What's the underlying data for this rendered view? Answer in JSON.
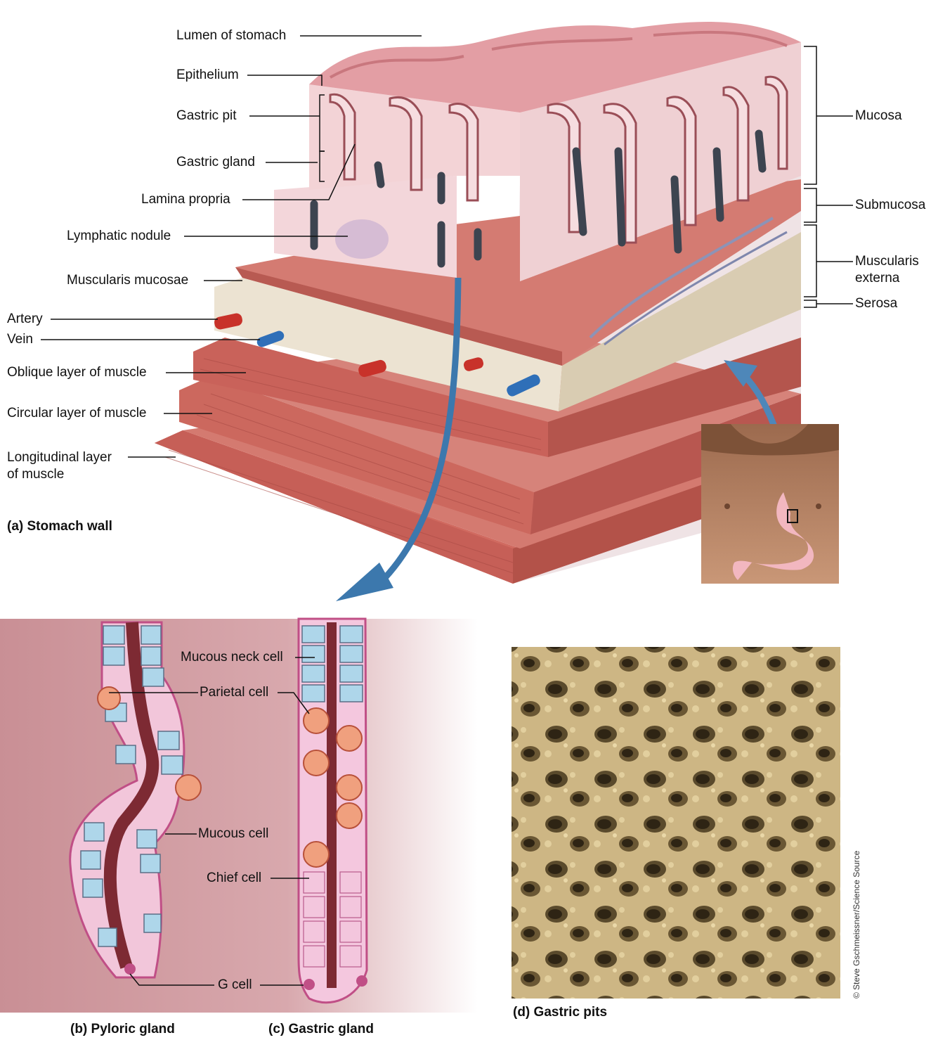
{
  "panel_a": {
    "caption": "(a)  Stomach wall",
    "labels_left": {
      "lumen": "Lumen of stomach",
      "epithelium": "Epithelium",
      "gastric_pit": "Gastric pit",
      "gastric_gland": "Gastric gland",
      "lamina_propria": "Lamina propria",
      "lymphatic_nodule": "Lymphatic nodule",
      "muscularis_mucosae": "Muscularis mucosae",
      "artery": "Artery",
      "vein": "Vein",
      "oblique": "Oblique layer of muscle",
      "circular": "Circular layer of muscle",
      "longitudinal_1": "Longitudinal layer",
      "longitudinal_2": "of muscle"
    },
    "labels_right": {
      "mucosa": "Mucosa",
      "submucosa": "Submucosa",
      "muscularis_1": "Muscularis",
      "muscularis_2": "externa",
      "serosa": "Serosa"
    }
  },
  "panel_b": {
    "caption": "(b)  Pyloric gland"
  },
  "panel_c": {
    "caption": "(c)  Gastric gland",
    "labels": {
      "mucous_neck": "Mucous neck cell",
      "parietal": "Parietal cell",
      "mucous_cell": "Mucous cell",
      "chief": "Chief cell",
      "g_cell": "G cell"
    }
  },
  "panel_d": {
    "caption": "(d) Gastric pits",
    "credit": "© Steve Gschmeissner/Science Source"
  },
  "colors": {
    "mucosa_pink": "#e8a3a8",
    "muscle_red": "#c9605a",
    "submucosa_tan": "#e8dcc6",
    "artery_red": "#c8322a",
    "vein_blue": "#2f6fb8",
    "arrow_blue": "#3c78ad",
    "gland_bg": "#d9a9ad",
    "photo_tan": "#c8b07a"
  }
}
